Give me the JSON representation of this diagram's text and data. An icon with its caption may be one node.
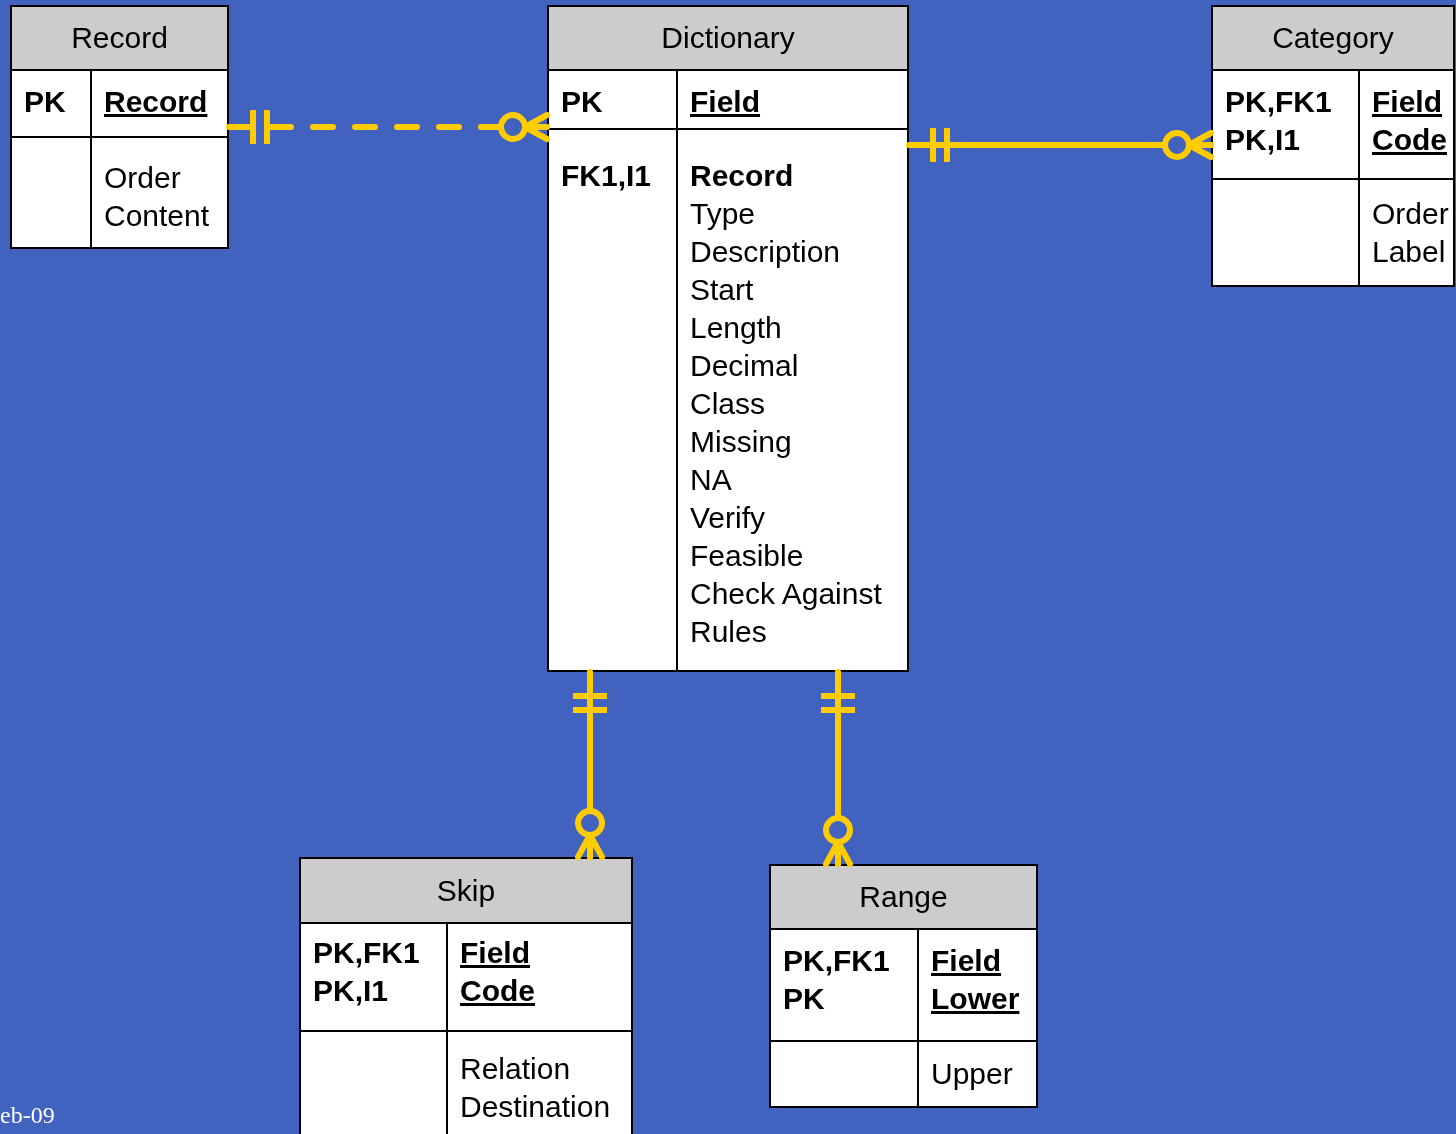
{
  "diagram": {
    "nodes": [
      {
        "text": [
          "Record"
        ]
      },
      {
        "text": [
          "PK"
        ],
        "in": 0
      },
      {
        "text": [
          "Record"
        ],
        "in": 0
      },
      {
        "text": [
          "Order",
          "Content"
        ],
        "in": 0
      },
      {
        "text": [
          "Dictionary"
        ]
      },
      {
        "text": [
          "PK"
        ],
        "in": 4
      },
      {
        "text": [
          "Field"
        ],
        "in": 4
      },
      {
        "text": [
          "FK1,I1"
        ],
        "in": 4
      },
      {
        "text": [
          "**Record**",
          "Type",
          "Description",
          "Start",
          "Length",
          "Decimal",
          "Class",
          "Missing",
          "NA",
          "Verify",
          "Feasible",
          "Check Against",
          "Rules"
        ],
        "in": 4
      },
      {
        "text": [
          "Category"
        ]
      },
      {
        "text": [
          "PK,FK1",
          "PK,I1"
        ],
        "in": 9
      },
      {
        "text": [
          "Field",
          "Code"
        ],
        "in": 9
      },
      {
        "text": [
          "Order",
          "Label"
        ],
        "in": 9
      },
      {
        "text": [
          "Skip"
        ]
      },
      {
        "text": [
          "PK,FK1",
          "PK,I1"
        ],
        "in": 13
      },
      {
        "text": [
          "Field",
          "Code"
        ],
        "in": 13
      },
      {
        "text": [
          "Relation",
          "Destination"
        ],
        "in": 13
      },
      {
        "text": [
          "Range"
        ]
      },
      {
        "text": [
          "PK,FK1",
          "PK"
        ],
        "in": 17
      },
      {
        "text": [
          "Field",
          "Lower"
        ],
        "in": 17
      },
      {
        "text": [
          "Upper"
        ],
        "in": 17
      }
    ],
    "edges": [
      {
        "from": 0,
        "to": 4,
        "arrow": "other",
        "style": "dashed"
      },
      {
        "from": 4,
        "to": 9,
        "arrow": "other"
      },
      {
        "from": 4,
        "to": 13,
        "arrow": "other"
      },
      {
        "from": 4,
        "to": 17,
        "arrow": "other"
      }
    ],
    "labels": [
      "eb-09"
    ]
  }
}
